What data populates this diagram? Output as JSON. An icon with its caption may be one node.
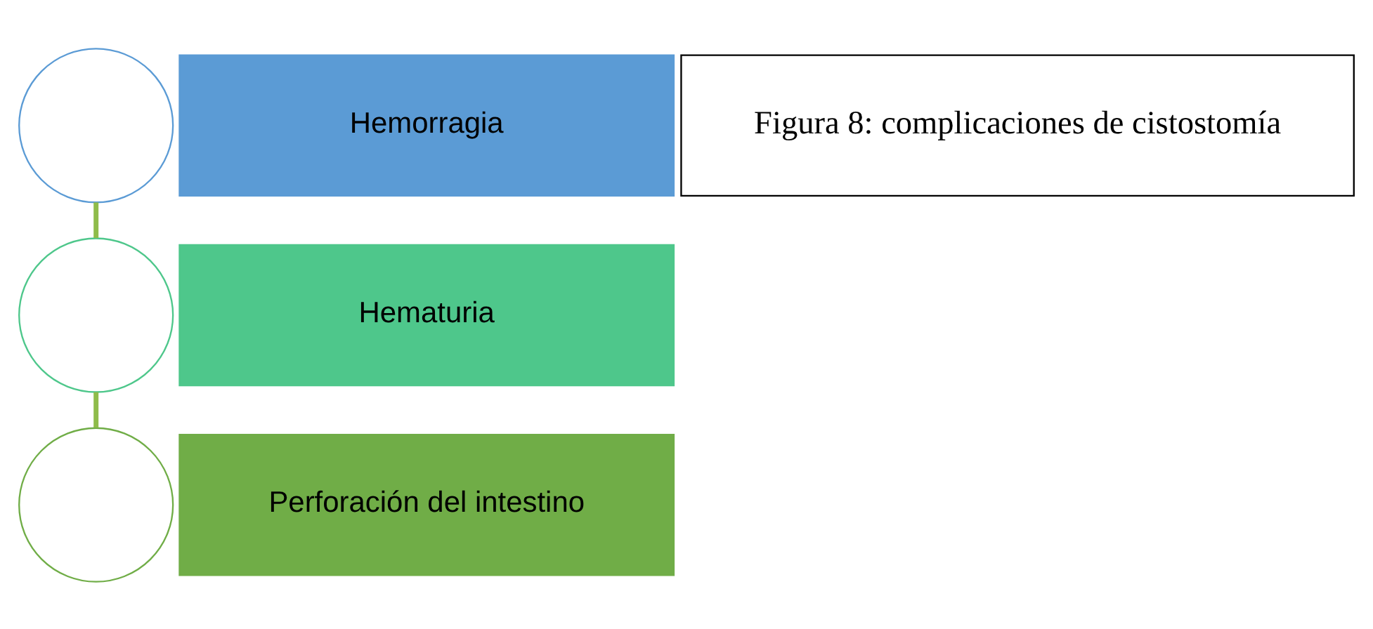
{
  "diagram": {
    "nodes": [
      {
        "text": [],
        "shape": "circle"
      },
      {
        "text": [
          "Hemorragia"
        ]
      },
      {
        "text": [],
        "shape": "circle"
      },
      {
        "text": [
          "Hematuria"
        ]
      },
      {
        "text": [],
        "shape": "circle"
      },
      {
        "text": [
          "Perforación del intestino"
        ]
      },
      {
        "text": [
          "Figura 8: complicaciones de cistostomía"
        ]
      }
    ],
    "edges": [
      {
        "from": 0,
        "to": 2,
        "arrow": "none"
      },
      {
        "from": 2,
        "to": 4,
        "arrow": "none"
      }
    ]
  }
}
